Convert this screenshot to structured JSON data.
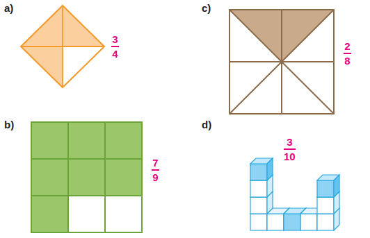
{
  "diagram": {
    "labels": [
      "a)",
      "3",
      "4",
      "b)",
      "7",
      "9",
      "c)",
      "2",
      "8",
      "d)",
      "3",
      "10"
    ]
  }
}
